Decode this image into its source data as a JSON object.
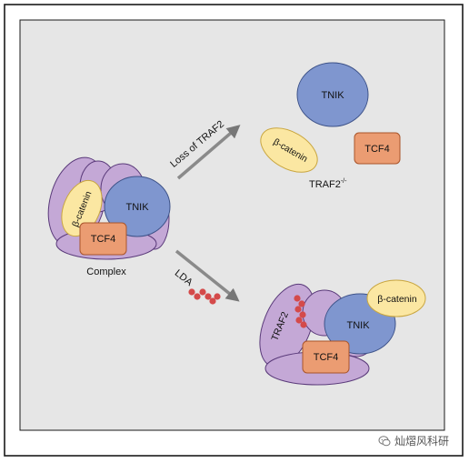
{
  "labels": {
    "complex": "Complex",
    "loss_of_traf2": "Loss of TRAF2",
    "lda": "LDA",
    "traf2_ko_base": "TRAF2",
    "traf2_ko_sup": "-/-"
  },
  "proteins": {
    "tnik": "TNIK",
    "tcf4": "TCF4",
    "beta_catenin": "β-catenin",
    "traf2": "TRAF2"
  },
  "watermark": "灿熠风科研",
  "colors": {
    "panel_bg": "#e6e6e6",
    "purple": "#c4a8d6",
    "purple_stroke": "#5a3a7a",
    "tnik": "#7f96cf",
    "tnik_stroke": "#3e5389",
    "tcf4": "#eb9c72",
    "tcf4_stroke": "#a9552b",
    "beta_catenin": "#fbe7a2",
    "beta_catenin_stroke": "#c9a640",
    "arrow": "#8a8a8a",
    "drug": "#d44a4a"
  }
}
